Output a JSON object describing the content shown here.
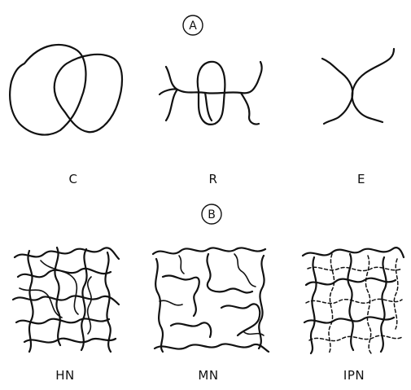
{
  "panels": {
    "a": {
      "label": "A"
    },
    "b": {
      "label": "B"
    }
  },
  "topologies": [
    {
      "label": "C"
    },
    {
      "label": "R"
    },
    {
      "label": "E"
    }
  ],
  "networks": [
    {
      "label": "HN"
    },
    {
      "label": "MN"
    },
    {
      "label": "IPN"
    }
  ],
  "colors": {
    "ink": "#111111",
    "background": "#ffffff"
  }
}
